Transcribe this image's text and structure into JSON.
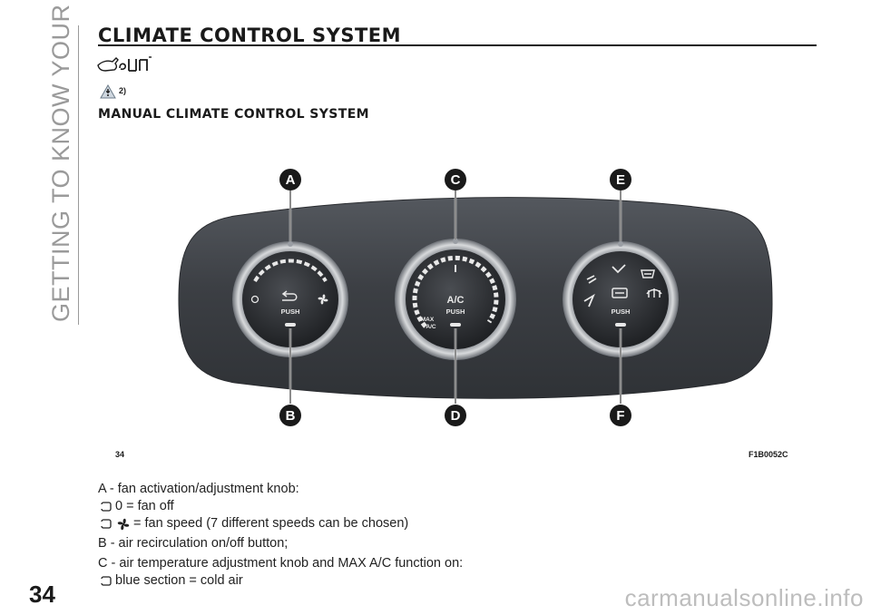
{
  "side_tab": {
    "label": "GETTING TO KNOW YOUR CAR"
  },
  "page_number": "34",
  "section": {
    "title": "CLIMATE CONTROL SYSTEM",
    "warning_ref": "2)",
    "subtitle": "MANUAL CLIMATE CONTROL SYSTEM"
  },
  "figure": {
    "page_label": "34",
    "code": "F1B0052C",
    "callouts": [
      "A",
      "B",
      "C",
      "D",
      "E",
      "F"
    ],
    "knob_labels": {
      "push": "PUSH",
      "ac": "A/C",
      "max_line1": "MAX",
      "max_line2": "A/C"
    },
    "icons": [
      "fan-icon",
      "recirculation-icon",
      "vent-icon",
      "defrost-icon"
    ]
  },
  "body": {
    "line1": "A - fan activation/adjustment knob:",
    "line2": "0 = fan off",
    "line3": "= fan speed (7 different speeds can be chosen)",
    "line4": "B - air recirculation on/off button;",
    "line5": "C - air temperature adjustment knob and MAX A/C function on:",
    "line6": "blue section = cold air"
  },
  "watermark": "carmanualsonline.info",
  "colors": {
    "panel_dark": "#3a3d42",
    "panel_light": "#6a6e74",
    "ink": "#1a1a1a",
    "gray_text": "#9a9a9a"
  }
}
